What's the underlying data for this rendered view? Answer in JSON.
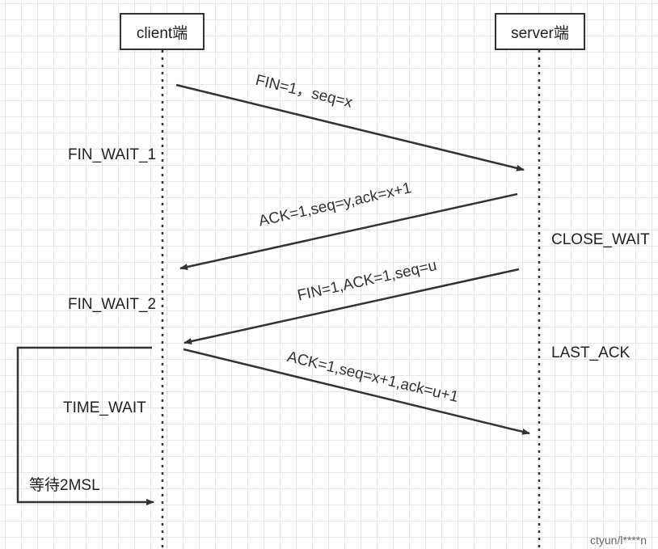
{
  "participants": {
    "client": "client端",
    "server": "server端"
  },
  "messages": {
    "m1": "FIN=1，seq=x",
    "m2": "ACK=1,seq=y,ack=x+1",
    "m3": "FIN=1,ACK=1,seq=u",
    "m4": "ACK=1,seq=x+1,ack=u+1"
  },
  "client_states": {
    "s1": "FIN_WAIT_1",
    "s2": "FIN_WAIT_2",
    "s3": "TIME_WAIT",
    "wait": "等待2MSL"
  },
  "server_states": {
    "s1": "CLOSE_WAIT",
    "s2": "LAST_ACK"
  },
  "watermark": "ctyun/l****n",
  "colors": {
    "line": "#333333",
    "text": "#222222",
    "grid": "#e6e6e6"
  }
}
